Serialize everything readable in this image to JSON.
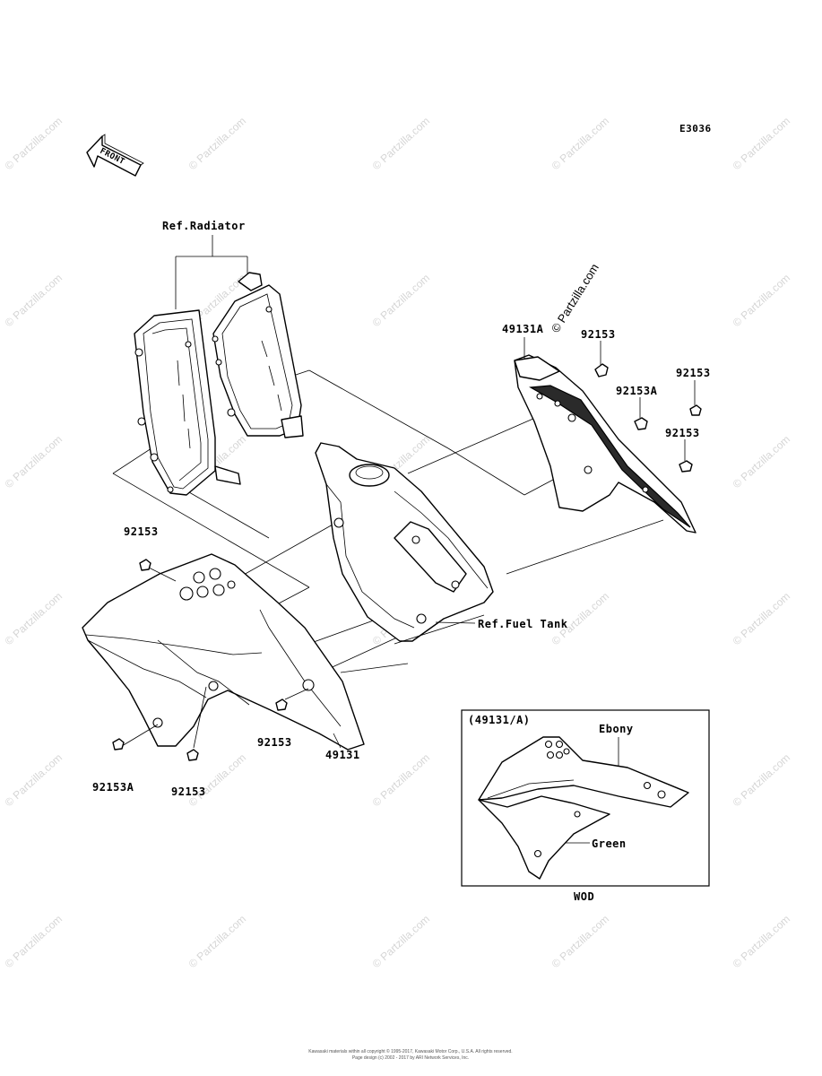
{
  "diagram_code": "E3036",
  "front_arrow_label": "FRONT",
  "watermark_text": "© Partzilla.com",
  "labels": {
    "ref_radiator": "Ref.Radiator",
    "ref_fuel_tank": "Ref.Fuel Tank",
    "part_49131A": "49131A",
    "part_49131": "49131",
    "bolt_92153_a": "92153",
    "bolt_92153_b": "92153",
    "bolt_92153_c": "92153",
    "bolt_92153A_right": "92153A",
    "bolt_92153_left_top": "92153",
    "bolt_92153_left_mid": "92153",
    "bolt_92153_left_bottom": "92153",
    "bolt_92153A_left": "92153A"
  },
  "inset": {
    "title": "(49131/A)",
    "ebony_label": "Ebony",
    "green_label": "Green",
    "caption": "WOD"
  },
  "footer": {
    "line1": "Kawasaki materials within all copyright © 1995-2017, Kawasaki Motor Corp., U.S.A. All rights reserved.",
    "line2": "Page design (c) 2002 - 2017 by ARI Network Services, Inc."
  },
  "colors": {
    "ink": "#000000",
    "watermark": "#d6d6d6",
    "ebony_fill": "#2a2a2a"
  }
}
